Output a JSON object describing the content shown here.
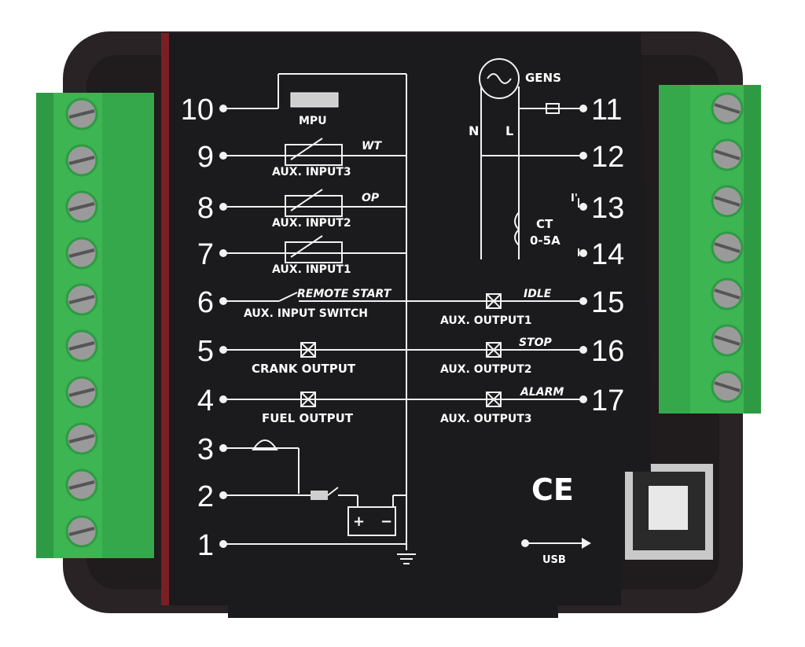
{
  "left_terminals": [
    "10",
    "9",
    "8",
    "7",
    "6",
    "5",
    "4",
    "3",
    "2",
    "1"
  ],
  "right_terminals": [
    "11",
    "12",
    "13",
    "14",
    "15",
    "16",
    "17"
  ],
  "labels": {
    "mpu": "MPU",
    "wt": "WT",
    "op": "OP",
    "aux_input3": "AUX. INPUT3",
    "aux_input2": "AUX. INPUT2",
    "aux_input1": "AUX. INPUT1",
    "remote_start": "REMOTE START",
    "aux_input_switch": "AUX. INPUT SWITCH",
    "crank_output": "CRANK OUTPUT",
    "fuel_output": "FUEL OUTPUT",
    "gens": "GENS",
    "n": "N",
    "l": "L",
    "i_prime": "I'",
    "ct": "CT",
    "ct_range": "0-5A",
    "idle": "IDLE",
    "stop": "STOP",
    "alarm": "ALARM",
    "aux_output1": "AUX. OUTPUT1",
    "aux_output2": "AUX. OUTPUT2",
    "aux_output3": "AUX. OUTPUT3",
    "ce": "CE",
    "usb": "USB"
  },
  "colors": {
    "terminal_green": "#3cb552",
    "panel_black": "#1b1a1c",
    "housing": "#2a2325",
    "print": "#f2f2f2"
  }
}
